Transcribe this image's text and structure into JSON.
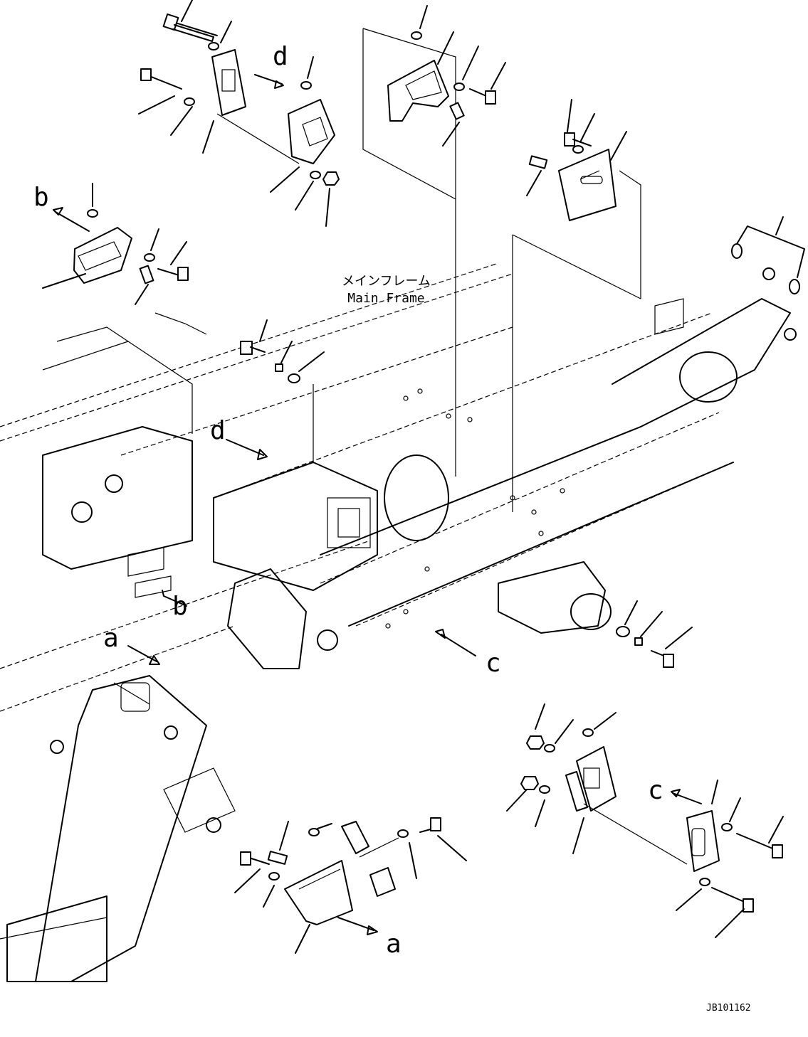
{
  "view_labels": {
    "a_top": "a",
    "a_bottom": "a",
    "b_top": "b",
    "b_bottom": "b",
    "c_top": "c",
    "c_bottom": "c",
    "d_top": "d",
    "d_bottom": "d"
  },
  "frame_label": {
    "jp": "メインフレーム",
    "en": "Main Frame"
  },
  "drawing_code": "JB101162"
}
